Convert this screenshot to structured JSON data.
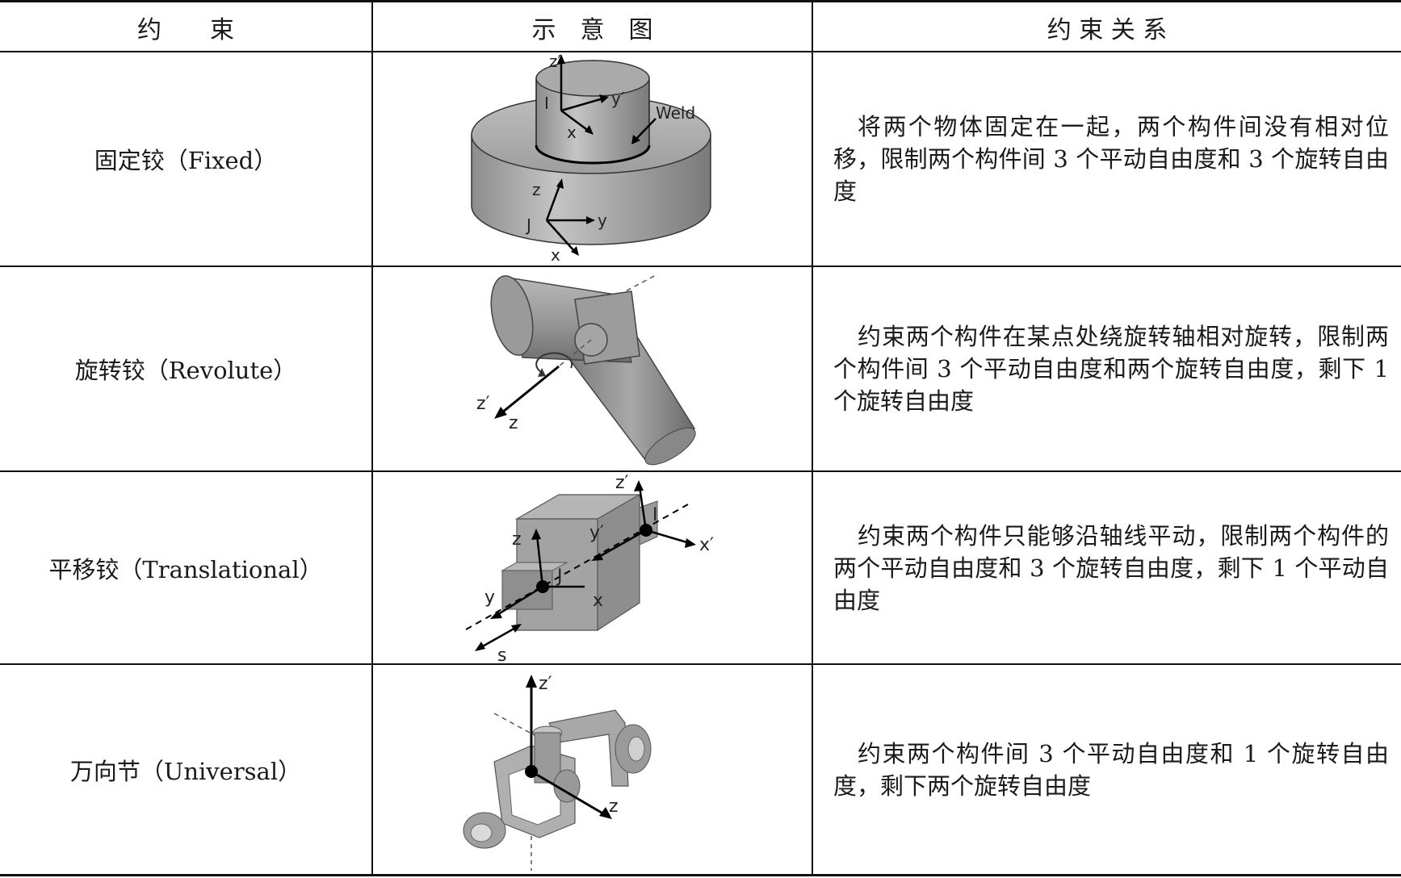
{
  "header": {
    "col1": "约　　束",
    "col2": "示　意　图",
    "col3": "约 束 关 系"
  },
  "rows": [
    {
      "name": "固定铰（Fixed）",
      "figure_labels": [
        "z′",
        "I",
        "y′",
        "x",
        "Weld",
        "z",
        "J",
        "y",
        "x"
      ],
      "description": "将两个物体固定在一起，两个构件间没有相对位移，限制两个构件间 3 个平动自由度和 3 个旋转自由度"
    },
    {
      "name": "旋转铰（Revolute）",
      "figure_labels": [
        "z′",
        "z"
      ],
      "description": "约束两个构件在某点处绕旋转轴相对旋转，限制两个构件间 3 个平动自由度和两个旋转自由度，剩下 1 个旋转自由度"
    },
    {
      "name": "平移铰（Translational）",
      "figure_labels": [
        "z′",
        "I",
        "x′",
        "y′",
        "z",
        "J",
        "y",
        "x",
        "s"
      ],
      "description": "约束两个构件只能够沿轴线平动，限制两个构件的两个平动自由度和 3 个旋转自由度，剩下 1 个平动自由度"
    },
    {
      "name": "万向节（Universal）",
      "figure_labels": [
        "z′",
        "z"
      ],
      "description": "约束两个构件间 3 个平动自由度和 1 个旋转自由度，剩下两个旋转自由度"
    }
  ]
}
